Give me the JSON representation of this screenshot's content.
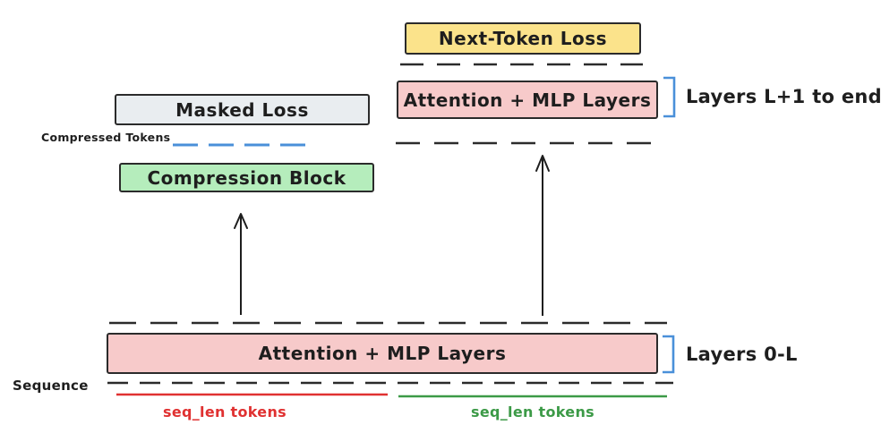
{
  "diagram": {
    "boxes": {
      "next_token_loss": "Next-Token Loss",
      "attention_upper": "Attention + MLP Layers",
      "masked_loss": "Masked Loss",
      "compression_block": "Compression Block",
      "attention_lower": "Attention + MLP Layers"
    },
    "labels": {
      "layers_upper": "Layers L+1 to end",
      "layers_lower": "Layers 0-L",
      "compressed_tokens": "Compressed Tokens",
      "sequence": "Sequence",
      "seq_len_left": "seq_len tokens",
      "seq_len_right": "seq_len tokens"
    },
    "colors": {
      "yellow_fill": "#fbe38b",
      "pink_fill": "#f7caca",
      "green_fill": "#b5edbc",
      "gray_fill": "#e9edf0",
      "stroke": "#2b2b2b",
      "blue_accent": "#4a90d9",
      "red_accent": "#e03131",
      "green_accent": "#3c9a47"
    }
  }
}
